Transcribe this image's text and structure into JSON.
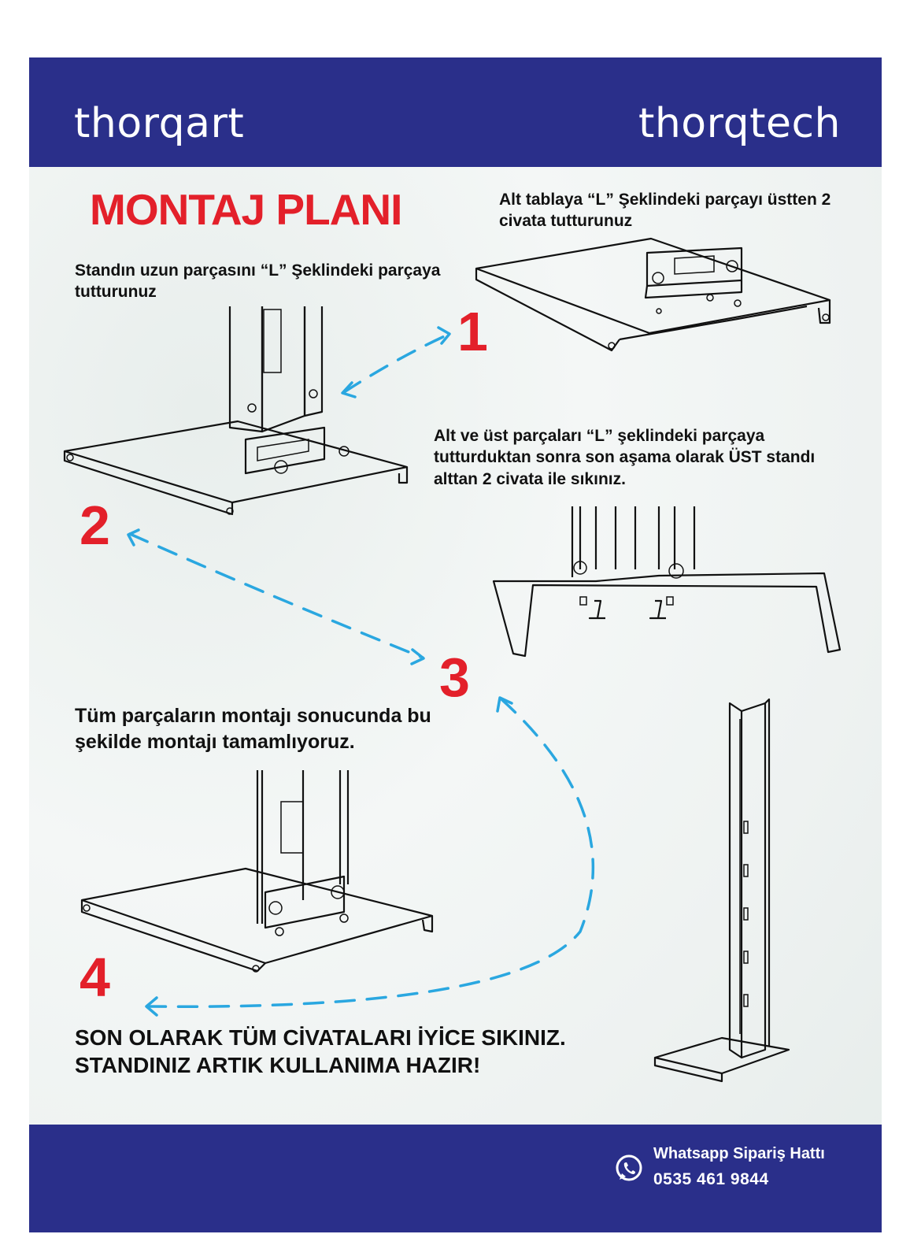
{
  "header": {
    "brand_left": "thorqart",
    "brand_right": "thorqtech"
  },
  "title": "MONTAJ PLANI",
  "steps": [
    {
      "number": "1",
      "text": "Alt tablaya “L” Şeklindeki parçayı üstten 2 civata tutturunuz"
    },
    {
      "number": "2",
      "text": "Standın uzun parçasını “L” Şeklindeki parçaya tutturunuz"
    },
    {
      "number": "3",
      "text": "Alt ve üst parçaları “L” şeklindeki parçaya tutturduktan sonra son aşama olarak ÜST standı alttan 2 civata ile sıkınız."
    },
    {
      "number": "4",
      "text": "Tüm parçaların montajı sonucunda bu şekilde montajı tamamlıyoruz."
    }
  ],
  "final_note": "SON OLARAK TÜM CİVATALARI İYİCE SIKINIZ. STANDINIZ ARTIK KULLANIMA HAZIR!",
  "footer": {
    "whatsapp_label": "Whatsapp Sipariş Hattı",
    "phone": "0535 461 9844"
  },
  "colors": {
    "header_bg": "#2a2f8a",
    "title_red": "#e3202a",
    "arrow_blue": "#2aa7e0"
  },
  "icons": {
    "whatsapp": "whatsapp-icon"
  }
}
